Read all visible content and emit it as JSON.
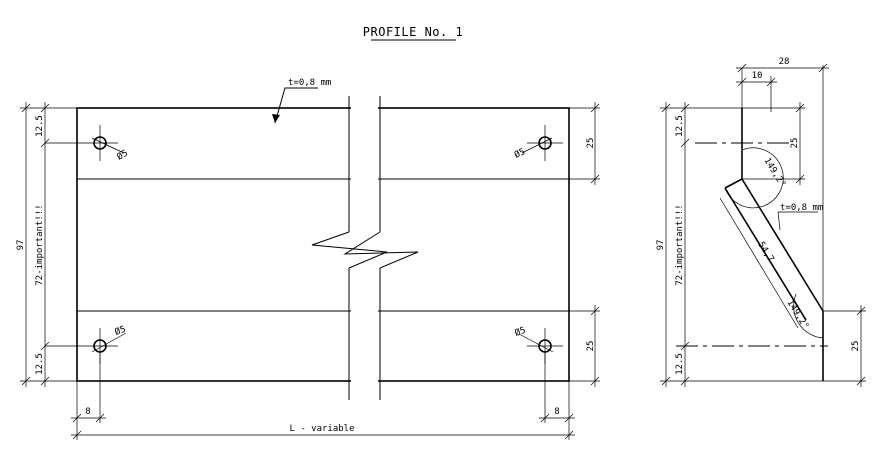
{
  "title": "PROFILE No. 1",
  "front": {
    "thickness": "t=0,8 mm",
    "hole_label": "Ø5",
    "dim_overall": "97",
    "dim_important": "72-important!!!",
    "dim_edge_top": "12.5",
    "dim_edge_bottom": "12.5",
    "dim_right_top": "25",
    "dim_right_bottom": "25",
    "dim_hole_left": "8",
    "dim_hole_right": "8",
    "dim_length": "L - variable"
  },
  "side": {
    "dim_width": "28",
    "dim_offset": "10",
    "dim_vertical": "25",
    "angle_top": "149,2°",
    "angle_bottom": "149,2°",
    "thickness": "t=0,8 mm",
    "dim_slope": "54,7",
    "dim_overall": "97",
    "dim_important": "72-important!!!",
    "dim_edge_top": "12.5",
    "dim_edge_bottom": "12.5",
    "dim_right_bottom": "25"
  }
}
